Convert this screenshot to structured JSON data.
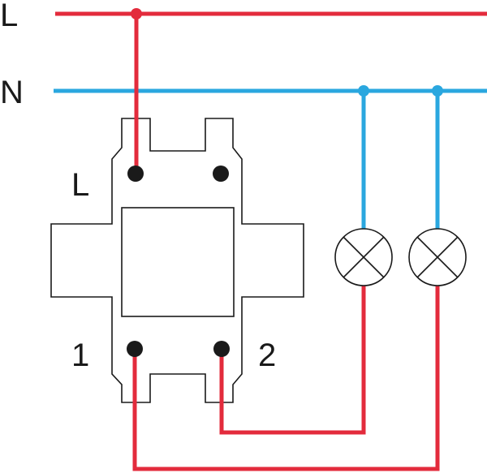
{
  "lines": {
    "live_label": "L",
    "neutral_label": "N"
  },
  "switch": {
    "input_label": "L",
    "output_1_label": "1",
    "output_2_label": "2"
  },
  "colors": {
    "live": "#e32b3c",
    "neutral": "#2aa7df",
    "outline": "#1a1a1a"
  },
  "lamps": [
    {
      "icon": "lamp-1-icon"
    },
    {
      "icon": "lamp-2-icon"
    }
  ]
}
